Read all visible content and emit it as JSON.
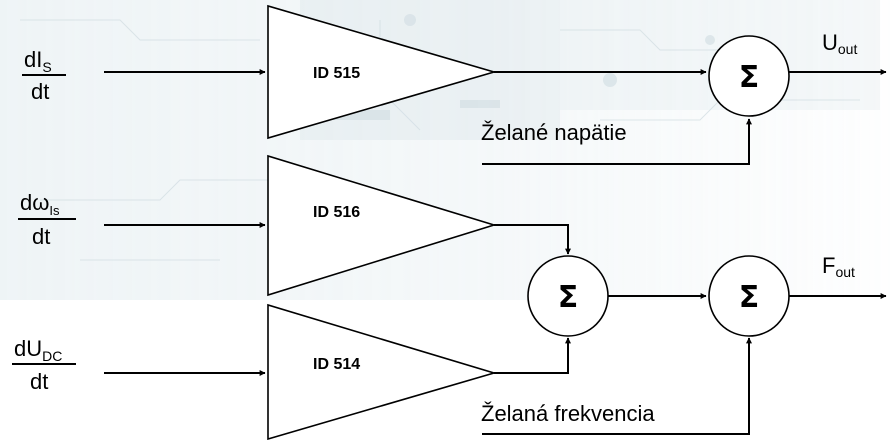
{
  "inputs": {
    "in1": {
      "num_main": "dI",
      "num_sub": "S",
      "den": "dt"
    },
    "in2": {
      "num_main": "dω",
      "num_sub": "Is",
      "den": "dt"
    },
    "in3": {
      "num_main": "dU",
      "num_sub": "DC",
      "den": "dt"
    }
  },
  "blocks": {
    "b515": "ID 515",
    "b516": "ID 516",
    "b514": "ID 514"
  },
  "sum_symbol": "Σ",
  "setpoints": {
    "voltage": "Želané napätie",
    "frequency": "Želaná frekvencia"
  },
  "outputs": {
    "u": {
      "main": "U",
      "sub": "out"
    },
    "f": {
      "main": "F",
      "sub": "out"
    }
  },
  "colors": {
    "background_watermark": "#c9dbe2",
    "line": "#000000"
  }
}
